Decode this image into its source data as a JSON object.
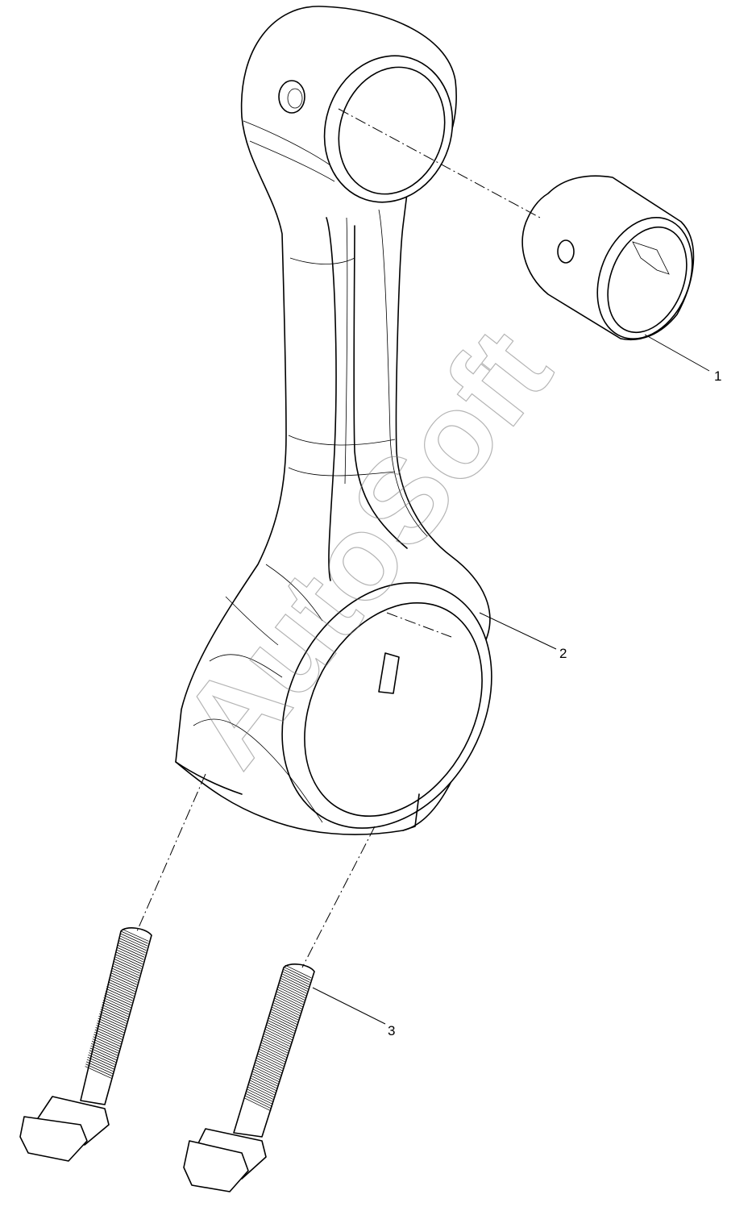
{
  "callouts": {
    "bushing": "1",
    "connecting_rod": "2",
    "bolt": "3"
  },
  "watermark": "AutoSoft",
  "colors": {
    "line": "#000000",
    "background": "#ffffff",
    "watermark": "#777777"
  }
}
